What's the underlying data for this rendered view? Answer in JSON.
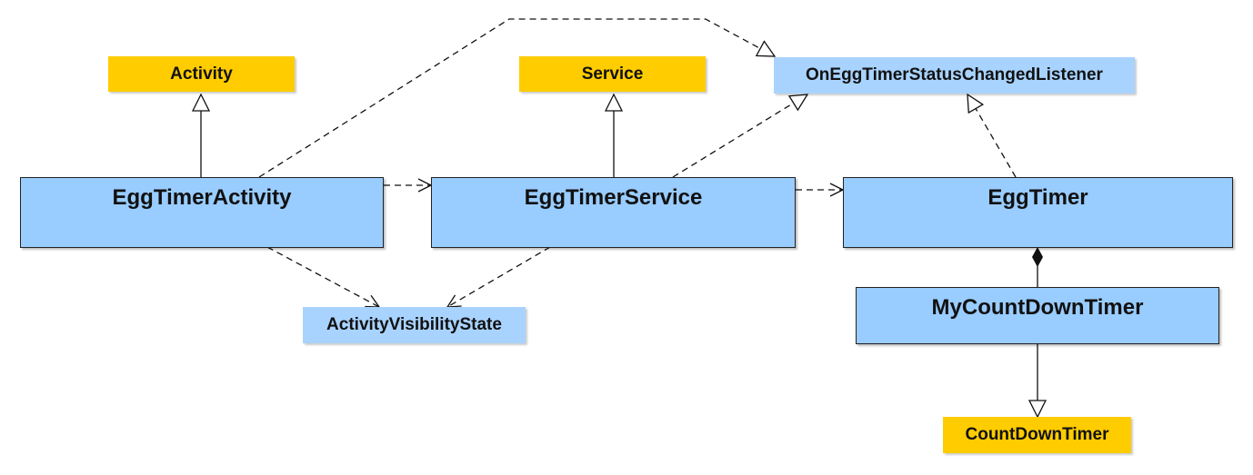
{
  "diagram": {
    "classes": {
      "egg_timer_activity": "EggTimerActivity",
      "egg_timer_service": "EggTimerService",
      "egg_timer": "EggTimer",
      "my_count_down_timer": "MyCountDownTimer"
    },
    "external": {
      "activity": "Activity",
      "service": "Service",
      "listener": "OnEggTimerStatusChangedListener",
      "visibility_state": "ActivityVisibilityState",
      "count_down_timer": "CountDownTimer"
    }
  },
  "colors": {
    "class_fill": "#99ccff",
    "framework_fill": "#ffcc00",
    "interface_fill": "#a8d3ff",
    "line": "#111111"
  }
}
